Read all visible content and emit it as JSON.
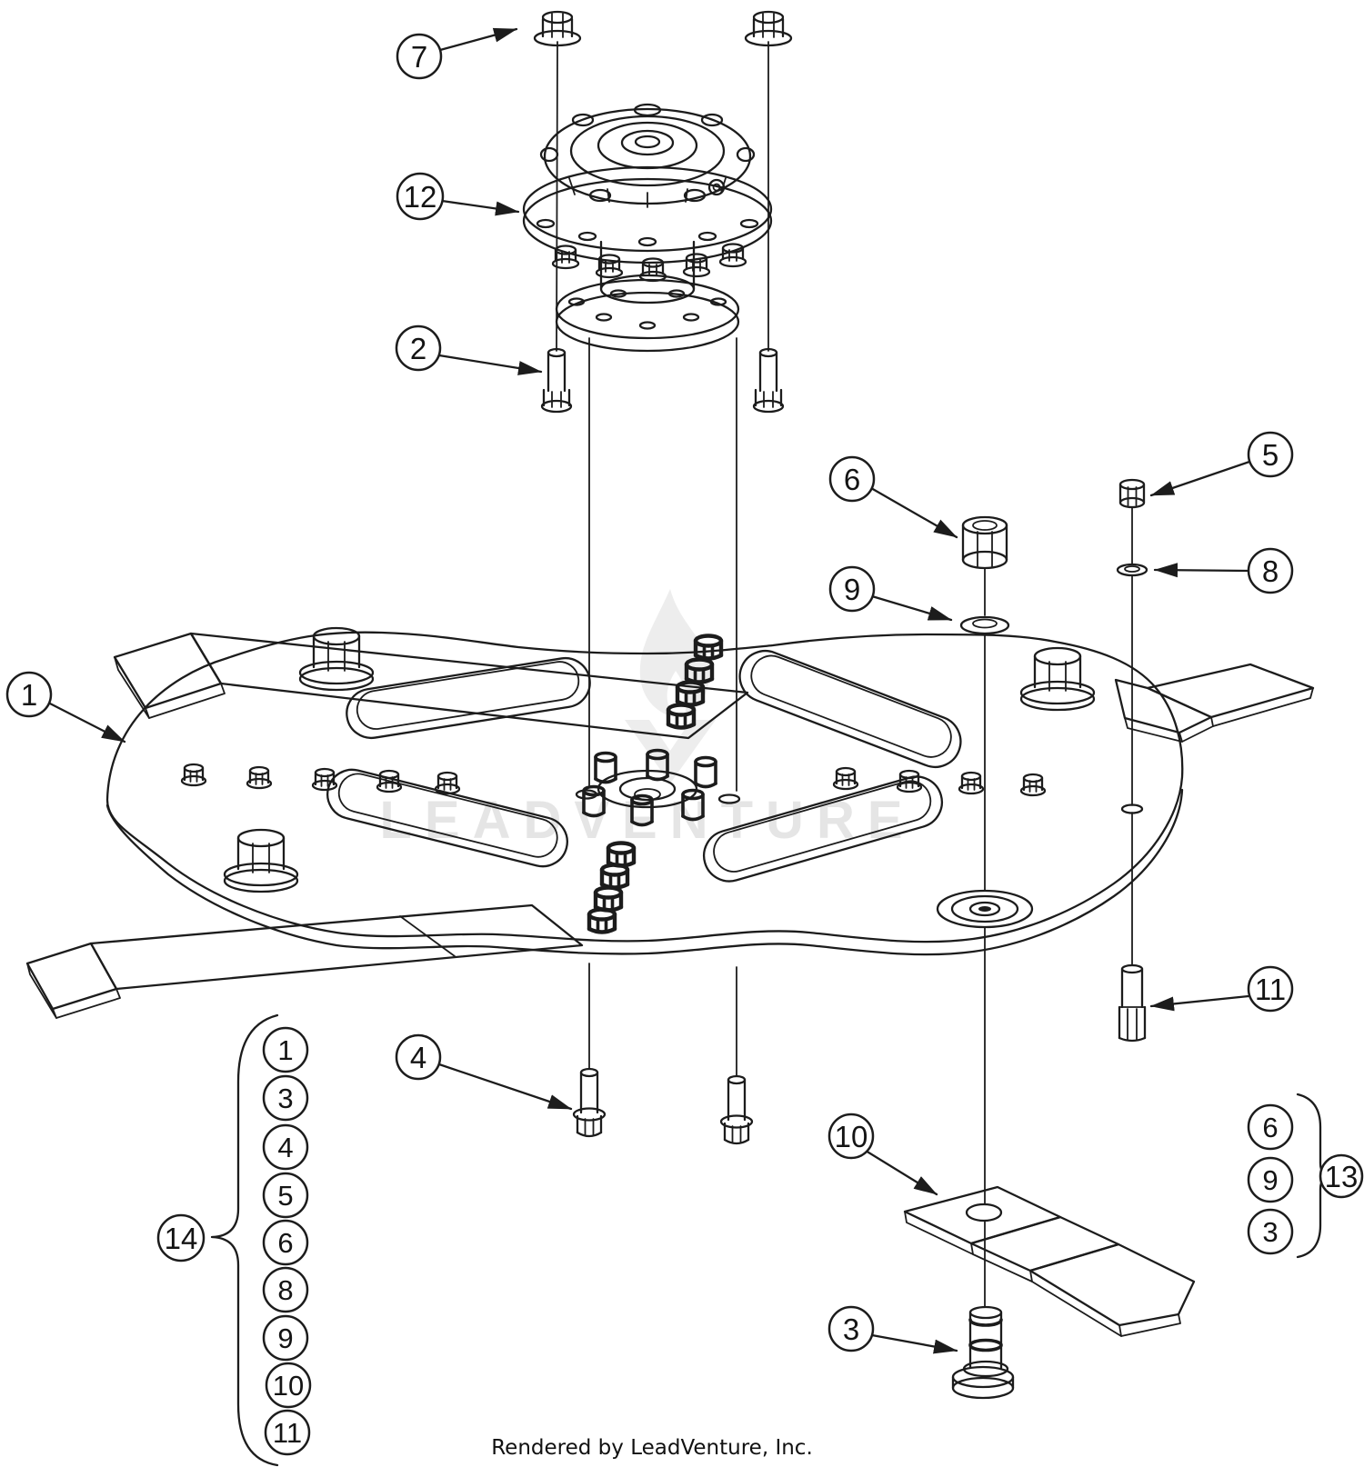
{
  "watermark": {
    "text": "LEADVENTURE"
  },
  "footer": {
    "text": "Rendered by LeadVenture, Inc."
  },
  "callouts": {
    "c1": "1",
    "c2": "2",
    "c3": "3",
    "c4": "4",
    "c5": "5",
    "c6": "6",
    "c7": "7",
    "c8": "8",
    "c9": "9",
    "c10": "10",
    "c11": "11",
    "c12": "12",
    "c13": "13",
    "c14": "14"
  },
  "legend_left": {
    "callout": "14",
    "items": [
      "1",
      "3",
      "4",
      "5",
      "6",
      "8",
      "9",
      "10",
      "11"
    ]
  },
  "legend_right": {
    "callout": "13",
    "items": [
      "6",
      "9",
      "3"
    ]
  },
  "colors": {
    "line": "#1c1c1c",
    "watermark": "#e5e5e5",
    "background": "#ffffff"
  }
}
